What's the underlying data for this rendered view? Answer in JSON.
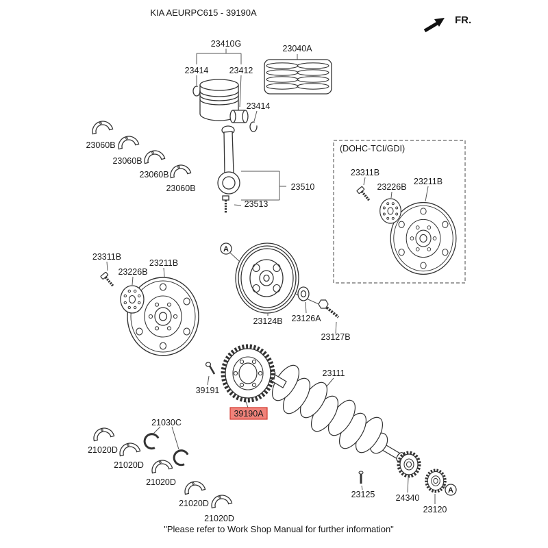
{
  "page": {
    "title": "KIA AEURPC615 - 39190A",
    "direction_indicator": "FR.",
    "footer_note": "\"Please refer to Work Shop Manual for further information\""
  },
  "colors": {
    "diagram_line": "#333333",
    "label_text": "#1a1a1a",
    "highlight_bg": "#f0827a",
    "highlight_border": "#d3352b",
    "highlight_text": "#8c1008"
  },
  "parts": {
    "piston_assembly": "23410G",
    "piston_ring_set": "23040A",
    "snap_ring": "23414",
    "piston_pin": "23412",
    "connecting_rod": "23510",
    "rod_bolt": "23513",
    "upper_bearing": "23060B",
    "dohc_variant_title": "(DOHC-TCI/GDI)",
    "flexplate_bolt": "23311B",
    "adapter_plate": "23226B",
    "flexplate": "23211B",
    "crankshaft_pulley": "23124B",
    "pulley_washer": "23126A",
    "pulley_bolt": "23127B",
    "tone_wheel_screw": "39191",
    "tone_wheel": "39190A",
    "crankshaft": "23111",
    "main_bearing_set": "21030C",
    "lower_bearing": "21020D",
    "dowel_pin": "23125",
    "crank_gear": "24340",
    "oil_pump_gear": "23120",
    "view_callout": "A"
  }
}
